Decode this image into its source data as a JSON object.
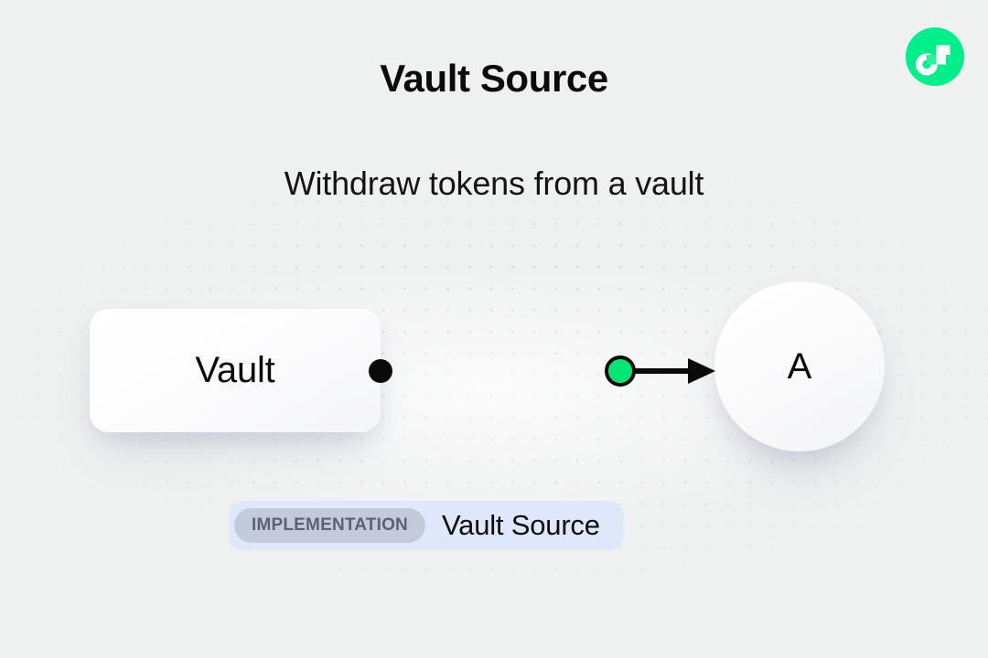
{
  "header": {
    "title": "Vault Source",
    "subtitle": "Withdraw tokens from a vault"
  },
  "brand": {
    "logo_name": "flow-logo-icon",
    "logo_color": "#00ef8b",
    "logo_mark_color": "#ffffff"
  },
  "diagram": {
    "nodes": [
      {
        "id": "vault",
        "label": "Vault",
        "shape": "rounded-rect"
      },
      {
        "id": "a",
        "label": "A",
        "shape": "circle"
      }
    ],
    "edge": {
      "source_handle_color": "#0a0a0a",
      "line_color": "#0a0a0a",
      "midpoint_dot_color": "#00e676",
      "midpoint_dot_stroke": "#0a0a0a",
      "arrowhead_color": "#0a0a0a",
      "direction": "vault-to-a"
    }
  },
  "badge": {
    "tag_label": "IMPLEMENTATION",
    "name_label": "Vault Source",
    "background_color": "#dfe8fa",
    "tag_background_color": "#c3cbdb",
    "tag_text_color": "#5b6273"
  },
  "canvas": {
    "background_color": "#eff0f0",
    "dot_color": "#d6d7d9"
  }
}
